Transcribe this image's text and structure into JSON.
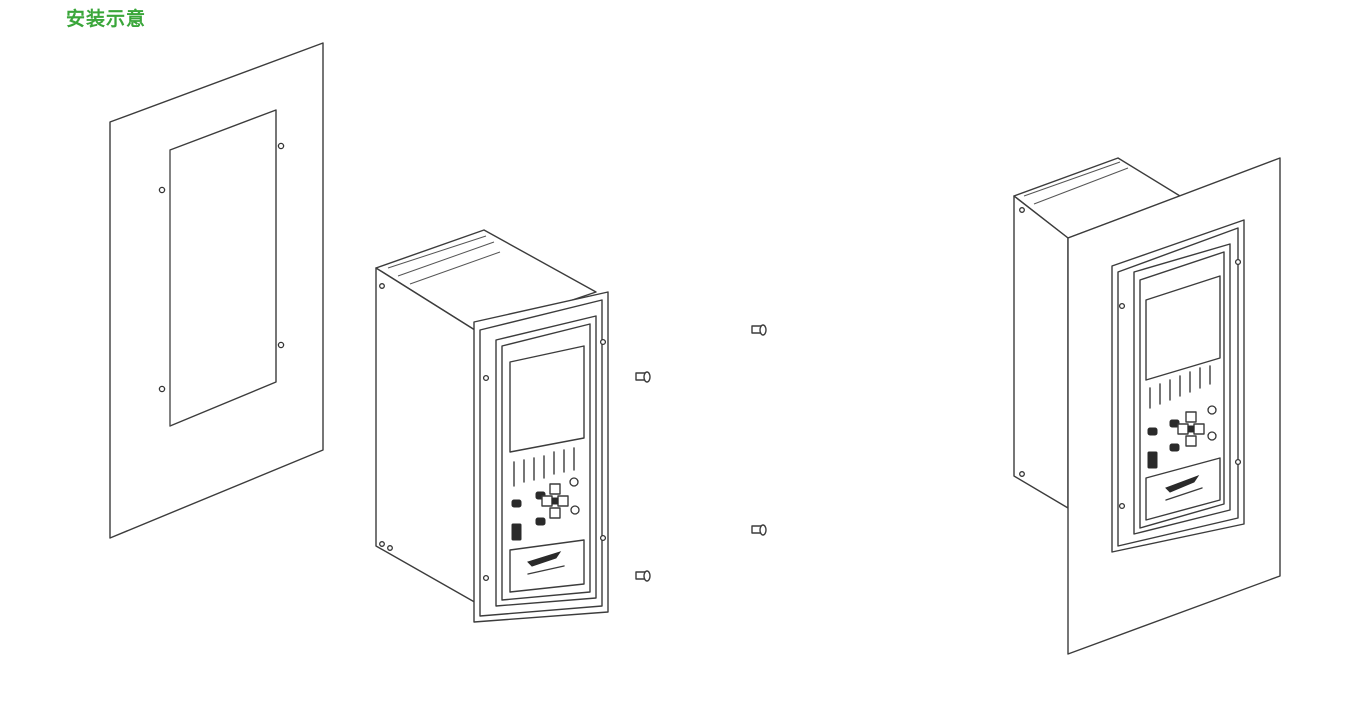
{
  "title": "安装示意",
  "colors": {
    "title": "#3aa63a",
    "line": "#3c3c3c",
    "background": "#ffffff"
  },
  "components": [
    "mounting-panel-cutout",
    "relay-device",
    "mounting-screws",
    "assembled-device-in-panel"
  ]
}
